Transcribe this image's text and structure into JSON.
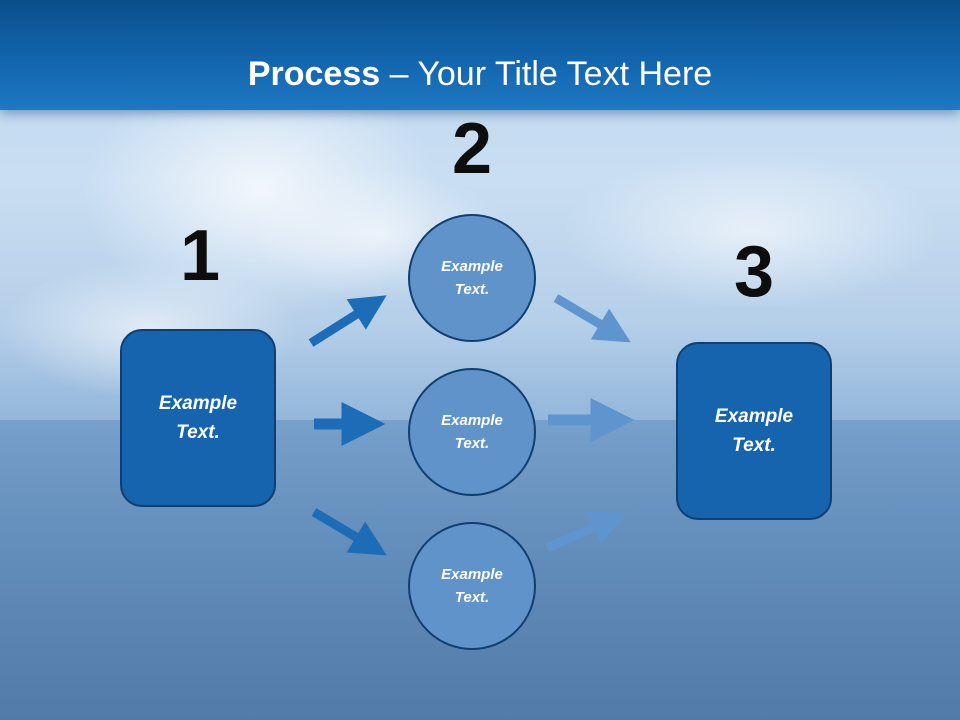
{
  "title": {
    "bold": "Process",
    "rest": " – Your Title Text Here"
  },
  "steps": [
    {
      "number": "1",
      "label": "Example Text."
    },
    {
      "number": "2",
      "items": [
        "Example Text.",
        "Example Text.",
        "Example Text."
      ]
    },
    {
      "number": "3",
      "label": "Example Text."
    }
  ],
  "colors": {
    "header": "#1367b0",
    "box": "#1664ad",
    "circle": "#5f93ca",
    "arrow_dark": "#1c6cb8",
    "arrow_light": "#5e95cf",
    "outline": "#0f3f70"
  }
}
